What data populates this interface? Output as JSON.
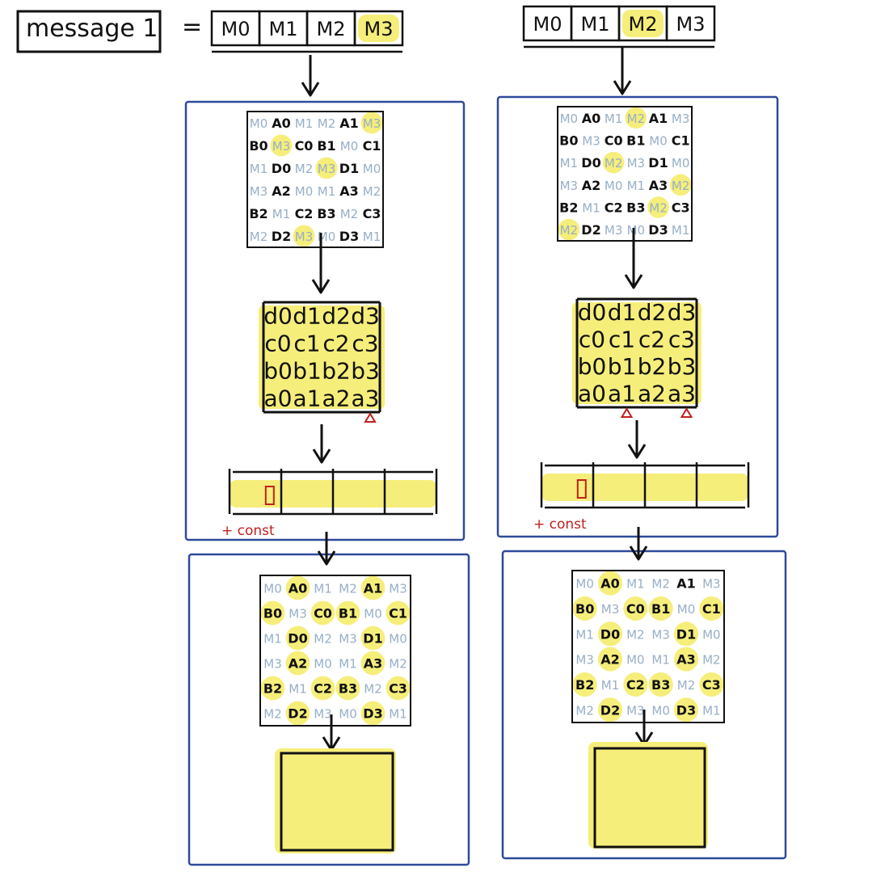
{
  "colors": {
    "frame": "#2f4a9a",
    "highlight": "#f6ee7a",
    "highlight_soft": "#f9f3a0",
    "ink": "#111111",
    "message_word": "#97afc7",
    "mark": "#c0201e"
  },
  "header": {
    "label": "message 1",
    "equals": "=",
    "words": [
      "M0",
      "M1",
      "M2",
      "M3"
    ]
  },
  "columns": [
    {
      "id": "left",
      "message_highlight": [
        false,
        false,
        false,
        true
      ],
      "state_grid_before": {
        "rows": [
          [
            "M0",
            "A0",
            "M1",
            "M2",
            "A1",
            "M3"
          ],
          [
            "B0",
            "M3",
            "C0",
            "B1",
            "M0",
            "C1"
          ],
          [
            "M1",
            "D0",
            "M2",
            "M3",
            "D1",
            "M0"
          ],
          [
            "M3",
            "A2",
            "M0",
            "M1",
            "A3",
            "M2"
          ],
          [
            "B2",
            "M1",
            "C2",
            "B3",
            "M2",
            "C3"
          ],
          [
            "M2",
            "D2",
            "M3",
            "M0",
            "D3",
            "M1"
          ]
        ],
        "highlighted": [
          [
            0,
            5
          ],
          [
            1,
            1
          ],
          [
            2,
            3
          ],
          [
            5,
            2
          ]
        ]
      },
      "state_rows": [
        [
          "d0",
          "d1",
          "d2",
          "d3"
        ],
        [
          "c0",
          "c1",
          "c2",
          "c3"
        ],
        [
          "b0",
          "b1",
          "b2",
          "b3"
        ],
        [
          "a0",
          "a1",
          "a2",
          "a3"
        ]
      ],
      "triangle_marks_under": [
        3
      ],
      "output_segments": 4,
      "const_label": "+ const",
      "state_grid_after": {
        "rows": [
          [
            "M0",
            "A0",
            "M1",
            "M2",
            "A1",
            "M3"
          ],
          [
            "B0",
            "M3",
            "C0",
            "B1",
            "M0",
            "C1"
          ],
          [
            "M1",
            "D0",
            "M2",
            "M3",
            "D1",
            "M0"
          ],
          [
            "M3",
            "A2",
            "M0",
            "M1",
            "A3",
            "M2"
          ],
          [
            "B2",
            "M1",
            "C2",
            "B3",
            "M2",
            "C3"
          ],
          [
            "M2",
            "D2",
            "M3",
            "M0",
            "D3",
            "M1"
          ]
        ],
        "highlighted": [
          [
            0,
            1
          ],
          [
            0,
            4
          ],
          [
            1,
            0
          ],
          [
            1,
            2
          ],
          [
            1,
            3
          ],
          [
            1,
            5
          ],
          [
            2,
            1
          ],
          [
            2,
            4
          ],
          [
            3,
            1
          ],
          [
            3,
            4
          ],
          [
            4,
            0
          ],
          [
            4,
            2
          ],
          [
            4,
            3
          ],
          [
            4,
            5
          ],
          [
            5,
            1
          ],
          [
            5,
            4
          ]
        ]
      }
    },
    {
      "id": "right",
      "message_highlight": [
        false,
        false,
        true,
        false
      ],
      "state_grid_before": {
        "rows": [
          [
            "M0",
            "A0",
            "M1",
            "M2",
            "A1",
            "M3"
          ],
          [
            "B0",
            "M3",
            "C0",
            "B1",
            "M0",
            "C1"
          ],
          [
            "M1",
            "D0",
            "M2",
            "M3",
            "D1",
            "M0"
          ],
          [
            "M3",
            "A2",
            "M0",
            "M1",
            "A3",
            "M2"
          ],
          [
            "B2",
            "M1",
            "C2",
            "B3",
            "M2",
            "C3"
          ],
          [
            "M2",
            "D2",
            "M3",
            "M0",
            "D3",
            "M1"
          ]
        ],
        "highlighted": [
          [
            0,
            3
          ],
          [
            2,
            2
          ],
          [
            3,
            5
          ],
          [
            5,
            0
          ],
          [
            4,
            4
          ]
        ]
      },
      "state_rows": [
        [
          "d0",
          "d1",
          "d2",
          "d3"
        ],
        [
          "c0",
          "c1",
          "c2",
          "c3"
        ],
        [
          "b0",
          "b1",
          "b2",
          "b3"
        ],
        [
          "a0",
          "a1",
          "a2",
          "a3"
        ]
      ],
      "triangle_marks_under": [
        1,
        3
      ],
      "output_segments": 4,
      "const_label": "+ const",
      "state_grid_after": {
        "rows": [
          [
            "M0",
            "A0",
            "M1",
            "M2",
            "A1",
            "M3"
          ],
          [
            "B0",
            "M3",
            "C0",
            "B1",
            "M0",
            "C1"
          ],
          [
            "M1",
            "D0",
            "M2",
            "M3",
            "D1",
            "M0"
          ],
          [
            "M3",
            "A2",
            "M0",
            "M1",
            "A3",
            "M2"
          ],
          [
            "B2",
            "M1",
            "C2",
            "B3",
            "M2",
            "C3"
          ],
          [
            "M2",
            "D2",
            "M3",
            "M0",
            "D3",
            "M1"
          ]
        ],
        "highlighted": [
          [
            0,
            1
          ],
          [
            1,
            0
          ],
          [
            1,
            2
          ],
          [
            1,
            3
          ],
          [
            1,
            5
          ],
          [
            2,
            1
          ],
          [
            2,
            4
          ],
          [
            3,
            1
          ],
          [
            3,
            4
          ],
          [
            4,
            0
          ],
          [
            4,
            2
          ],
          [
            4,
            3
          ],
          [
            4,
            5
          ],
          [
            5,
            1
          ],
          [
            5,
            4
          ]
        ]
      }
    }
  ]
}
